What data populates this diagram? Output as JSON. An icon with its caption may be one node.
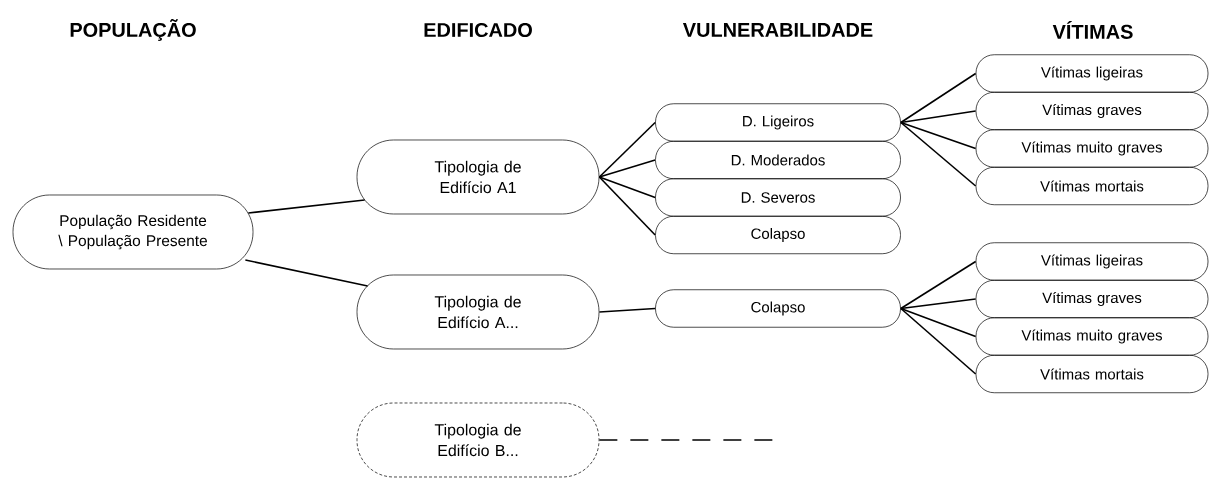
{
  "diagram": {
    "nodes": [
      {
        "text": [
          "População Residente \\ População Presente"
        ]
      },
      {
        "text": [
          "Tipologia de Edifício A1"
        ]
      },
      {
        "text": [
          "Tipologia de Edifício A..."
        ]
      },
      {
        "text": [
          "Tipologia de Edifício B..."
        ]
      },
      {
        "text": [
          "D. Ligeiros"
        ]
      },
      {
        "text": [
          "D. Moderados"
        ]
      },
      {
        "text": [
          "D. Severos"
        ]
      },
      {
        "text": [
          "Colapso"
        ]
      },
      {
        "text": [
          "Colapso"
        ]
      },
      {
        "text": [
          "Vítimas ligeiras"
        ]
      },
      {
        "text": [
          "Vítimas graves"
        ]
      },
      {
        "text": [
          "Vítimas muito graves"
        ]
      },
      {
        "text": [
          "Vítimas mortais"
        ]
      },
      {
        "text": [
          "Vítimas ligeiras"
        ]
      },
      {
        "text": [
          "Vítimas graves"
        ]
      },
      {
        "text": [
          "Vítimas muito graves"
        ]
      },
      {
        "text": [
          "Vítimas mortais"
        ]
      }
    ],
    "edges": [
      {
        "from": 0,
        "to": 1,
        "arrow": "none"
      },
      {
        "from": 0,
        "to": 2,
        "arrow": "none"
      },
      {
        "from": 1,
        "to": 4,
        "arrow": "none"
      },
      {
        "from": 1,
        "to": 5,
        "arrow": "none"
      },
      {
        "from": 1,
        "to": 6,
        "arrow": "none"
      },
      {
        "from": 1,
        "to": 7,
        "arrow": "none"
      },
      {
        "from": 2,
        "to": 8,
        "arrow": "none"
      },
      {
        "from": 4,
        "to": 9,
        "arrow": "none"
      },
      {
        "from": 4,
        "to": 10,
        "arrow": "none"
      },
      {
        "from": 4,
        "to": 11,
        "arrow": "none"
      },
      {
        "from": 4,
        "to": 12,
        "arrow": "none"
      },
      {
        "from": 8,
        "to": 13,
        "arrow": "none"
      },
      {
        "from": 8,
        "to": 14,
        "arrow": "none"
      },
      {
        "from": 8,
        "to": 15,
        "arrow": "none"
      },
      {
        "from": 8,
        "to": 16,
        "arrow": "none"
      },
      {
        "from": 3,
        "to": null,
        "arrow": "none",
        "style": "dashed"
      }
    ],
    "labels": [
      "POPULAÇÃO",
      "EDIFICADO",
      "VULNERABILIDADE",
      "VÍTIMAS"
    ]
  }
}
